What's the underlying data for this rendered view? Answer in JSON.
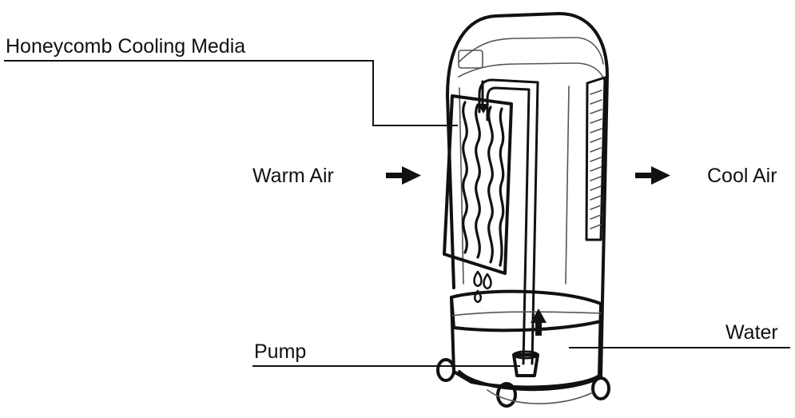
{
  "labels": {
    "media": "Honeycomb Cooling Media",
    "warm_air": "Warm Air",
    "cool_air": "Cool Air",
    "pump": "Pump",
    "water": "Water"
  }
}
